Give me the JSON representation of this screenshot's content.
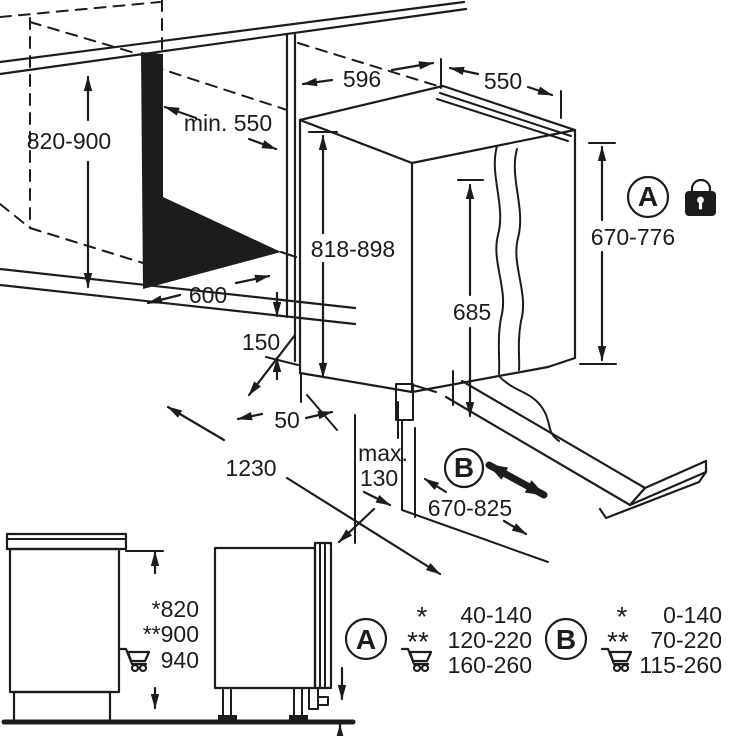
{
  "colors": {
    "line": "#1c1c1c",
    "background": "#ffffff"
  },
  "niche": {
    "height_range": "820-900",
    "min_depth": "min. 550",
    "width": "600"
  },
  "dishwasher": {
    "width": "596",
    "depth": "550",
    "adjust_height": "818-898",
    "door_height": "685",
    "side_height": "670-776"
  },
  "base": {
    "plinth_height": "150",
    "recess": "50",
    "clearance": "1230",
    "max_label": "max.",
    "max_value": "130",
    "kick_range": "670-825"
  },
  "badges": {
    "a": "A",
    "b": "B"
  },
  "side_view": {
    "height_star": "*820",
    "height_double_star": "**900",
    "height_cart": "940"
  },
  "legend": {
    "a": {
      "label": "A",
      "rows": [
        {
          "marker": "*",
          "value": "40-140"
        },
        {
          "marker": "**",
          "value": "120-220"
        },
        {
          "marker": "cart",
          "value": "160-260"
        }
      ]
    },
    "b": {
      "label": "B",
      "rows": [
        {
          "marker": "*",
          "value": "0-140"
        },
        {
          "marker": "**",
          "value": "70-220"
        },
        {
          "marker": "cart",
          "value": "115-260"
        }
      ]
    }
  }
}
